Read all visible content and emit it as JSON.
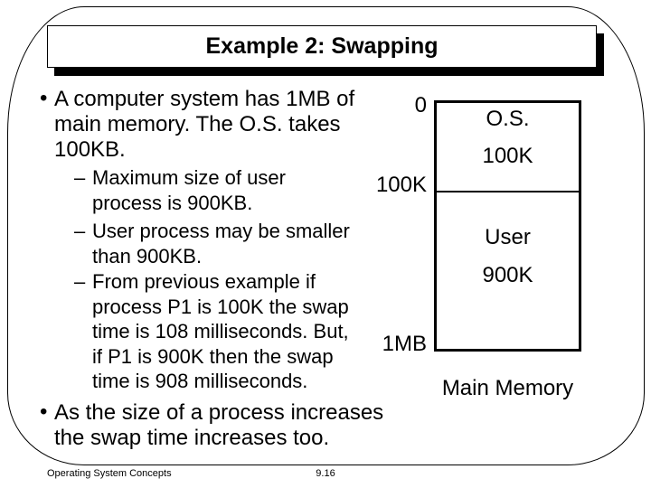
{
  "slide": {
    "title": "Example 2: Swapping",
    "footer": {
      "book": "Operating System Concepts",
      "page": "9.16"
    }
  },
  "markers": {
    "bullet": "•",
    "dash": "–"
  },
  "content": {
    "bullets": [
      {
        "level": 1,
        "lines": [
          "A computer system has 1MB of",
          "main memory. The O.S. takes",
          "100KB."
        ]
      },
      {
        "level": 2,
        "lines": [
          "Maximum size of user",
          "process is 900KB."
        ]
      },
      {
        "level": 2,
        "lines": [
          "User process may be smaller",
          "than 900KB."
        ]
      },
      {
        "level": 2,
        "lines": [
          "From previous example if",
          "process P1 is 100K the swap",
          "time is 108 milliseconds. But,",
          "if P1 is 900K then the swap",
          "time is 908 milliseconds."
        ]
      },
      {
        "level": 1,
        "lines": [
          "As the size of a process increases",
          "the swap time increases too."
        ]
      }
    ]
  },
  "diagram": {
    "address_labels": {
      "start": "0",
      "os_boundary": "100K",
      "end": "1MB"
    },
    "regions": {
      "os_name": "O.S.",
      "os_size": "100K",
      "user_name": "User",
      "user_size": "900K"
    },
    "caption": "Main Memory"
  },
  "colors": {
    "background": "#ffffff",
    "text": "#000000",
    "border": "#000000",
    "title_shadow": "#000000"
  }
}
